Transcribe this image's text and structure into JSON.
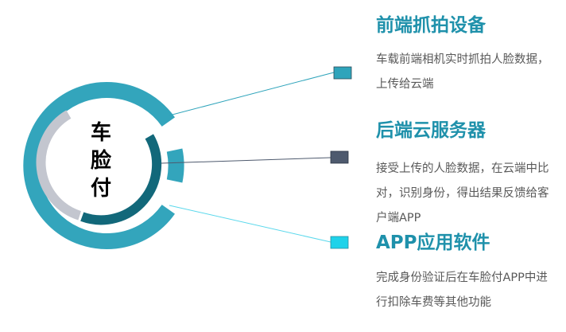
{
  "center": {
    "chars": [
      "车",
      "脸",
      "付"
    ]
  },
  "sections": [
    {
      "title": "前端抓拍设备",
      "description": "车载前端相机实时抓拍人脸数据，上传给云端",
      "marker_color": "#2fa4bb",
      "line_color": "#2fa4bb"
    },
    {
      "title": "后端云服务器",
      "description": "接受上传的人脸数据，在云端中比对，识别身份，得出结果反馈给客户端APP",
      "marker_color": "#4e5a6e",
      "line_color": "#4e5a6e"
    },
    {
      "title": "APP应用软件",
      "description": "完成身份验证后在车脸付APP中进行扣除车费等其他功能",
      "marker_color": "#1ed2ea",
      "line_color": "#5ad8ec"
    }
  ],
  "colors": {
    "title": "#1f91ab",
    "outer_ring": "#33a5bc",
    "inner_dark": "#12687a",
    "inner_grey": "#c3c6cf"
  }
}
